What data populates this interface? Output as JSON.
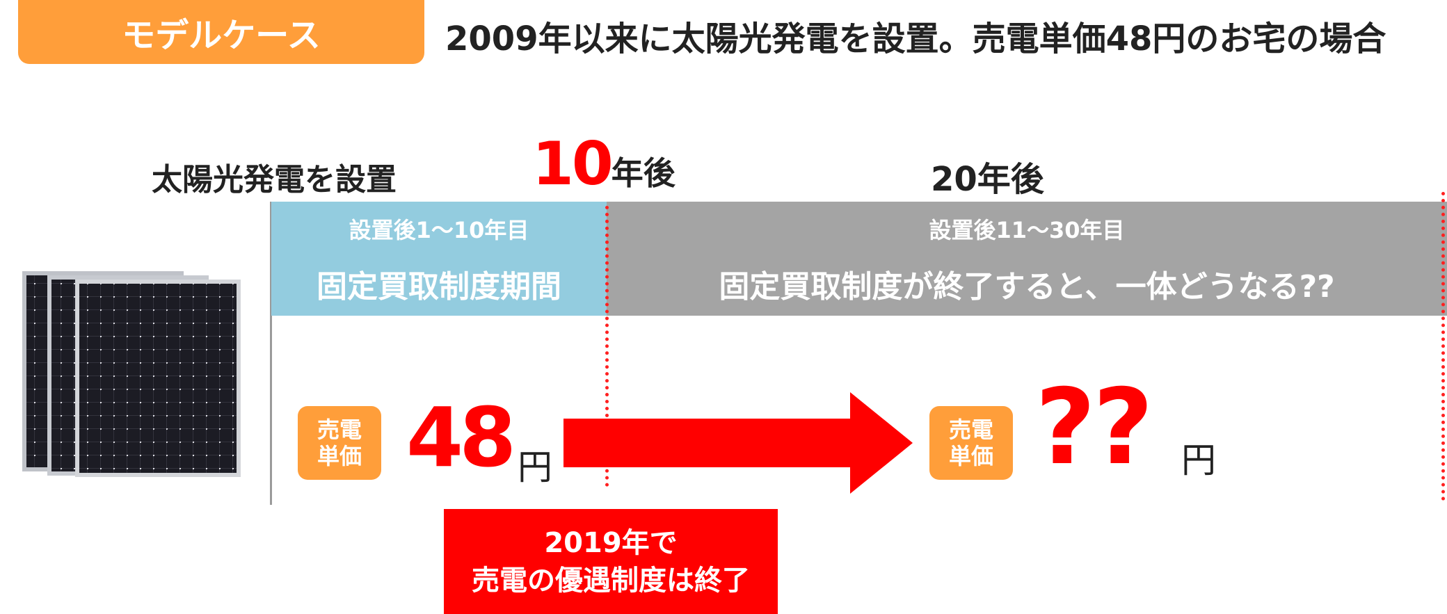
{
  "header": {
    "badge": "モデルケース",
    "headline": "2009年以来に太陽光発電を設置。売電単価48円のお宅の場合"
  },
  "timeline": {
    "install_label": "太陽光発電を設置",
    "ten_years_number": "10",
    "ten_years_suffix": "年後",
    "twenty_years": "20年後"
  },
  "bands": {
    "fit_period": {
      "sub": "設置後1〜10年目",
      "main": "固定買取制度期間"
    },
    "post_fit": {
      "sub": "設置後11〜30年目",
      "main": "固定買取制度が終了すると、一体どうなる??"
    }
  },
  "prices": {
    "badge_line1": "売電",
    "badge_line2": "単価",
    "current_value": "48",
    "future_value": "??",
    "unit": "円"
  },
  "callout": {
    "line1": "2019年で",
    "line2": "売電の優遇制度は終了"
  },
  "colors": {
    "orange": "#ff9e3a",
    "red": "#ff0000",
    "band_blue": "#93ccdf",
    "band_gray": "#a4a4a4"
  },
  "icons": {
    "panels": "solar-panel-icon",
    "arrow": "arrow-right-icon"
  }
}
